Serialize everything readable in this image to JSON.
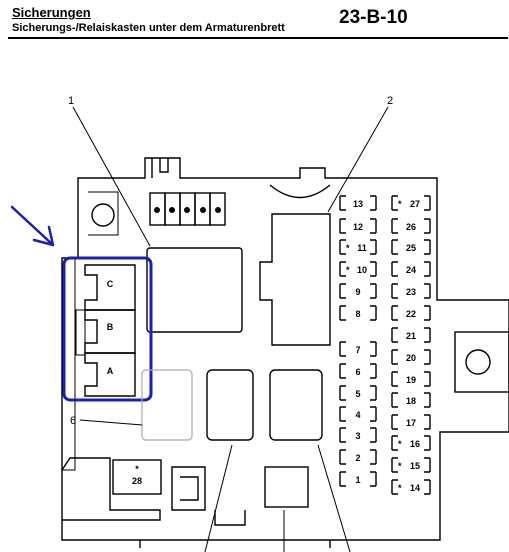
{
  "header": {
    "title": "Sicherungen",
    "subtitle": "Sicherungs-/Relaiskasten unter dem Armaturenbrett",
    "code": "23-B-10"
  },
  "callouts": [
    "1",
    "2",
    "6"
  ],
  "relays": [
    "A",
    "B",
    "C"
  ],
  "fuse_28": "28",
  "fuses_left": [
    "13",
    "12",
    "11",
    "10",
    "9",
    "8",
    "7",
    "6",
    "5",
    "4",
    "3",
    "2",
    "1"
  ],
  "fuses_right": [
    "27",
    "26",
    "25",
    "24",
    "23",
    "22",
    "21",
    "20",
    "19",
    "18",
    "17",
    "16",
    "15",
    "14"
  ],
  "star": "*",
  "colors": {
    "highlight": "#1a1fb8",
    "lines": "#000000"
  }
}
